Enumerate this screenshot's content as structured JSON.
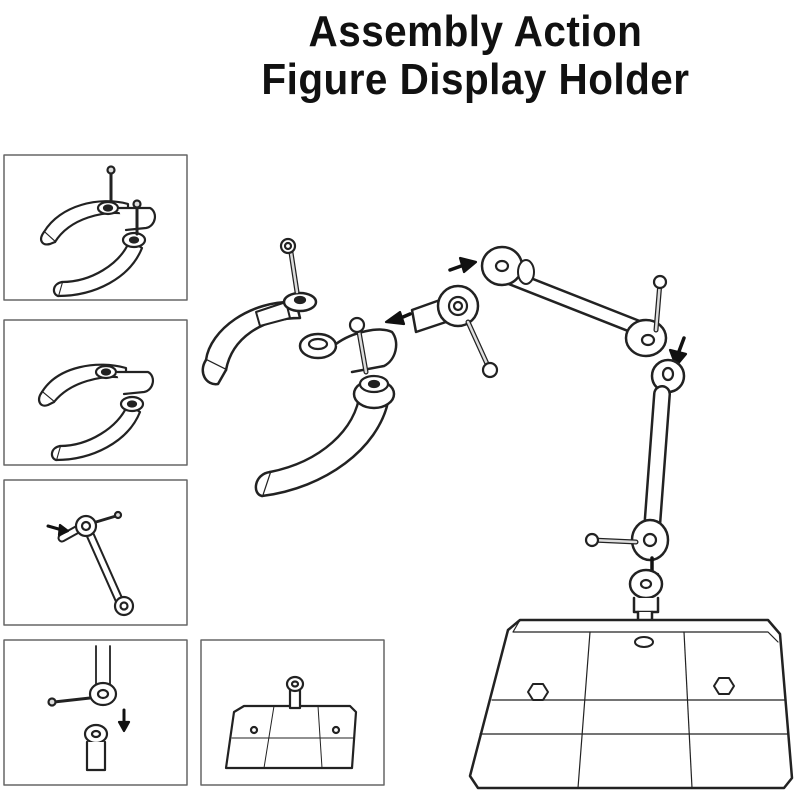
{
  "title": {
    "line1": "Assembly Action",
    "line2": "Figure Display Holder"
  },
  "colors": {
    "stroke": "#222222",
    "fill": "#ffffff",
    "panel_border": "#555555",
    "arrow": "#111111",
    "screw": "#dddddd"
  },
  "steps": [
    {
      "name": "step-1-panel"
    },
    {
      "name": "step-2-panel"
    },
    {
      "name": "step-3-panel"
    },
    {
      "name": "step-4-panel"
    },
    {
      "name": "step-5-panel"
    }
  ]
}
